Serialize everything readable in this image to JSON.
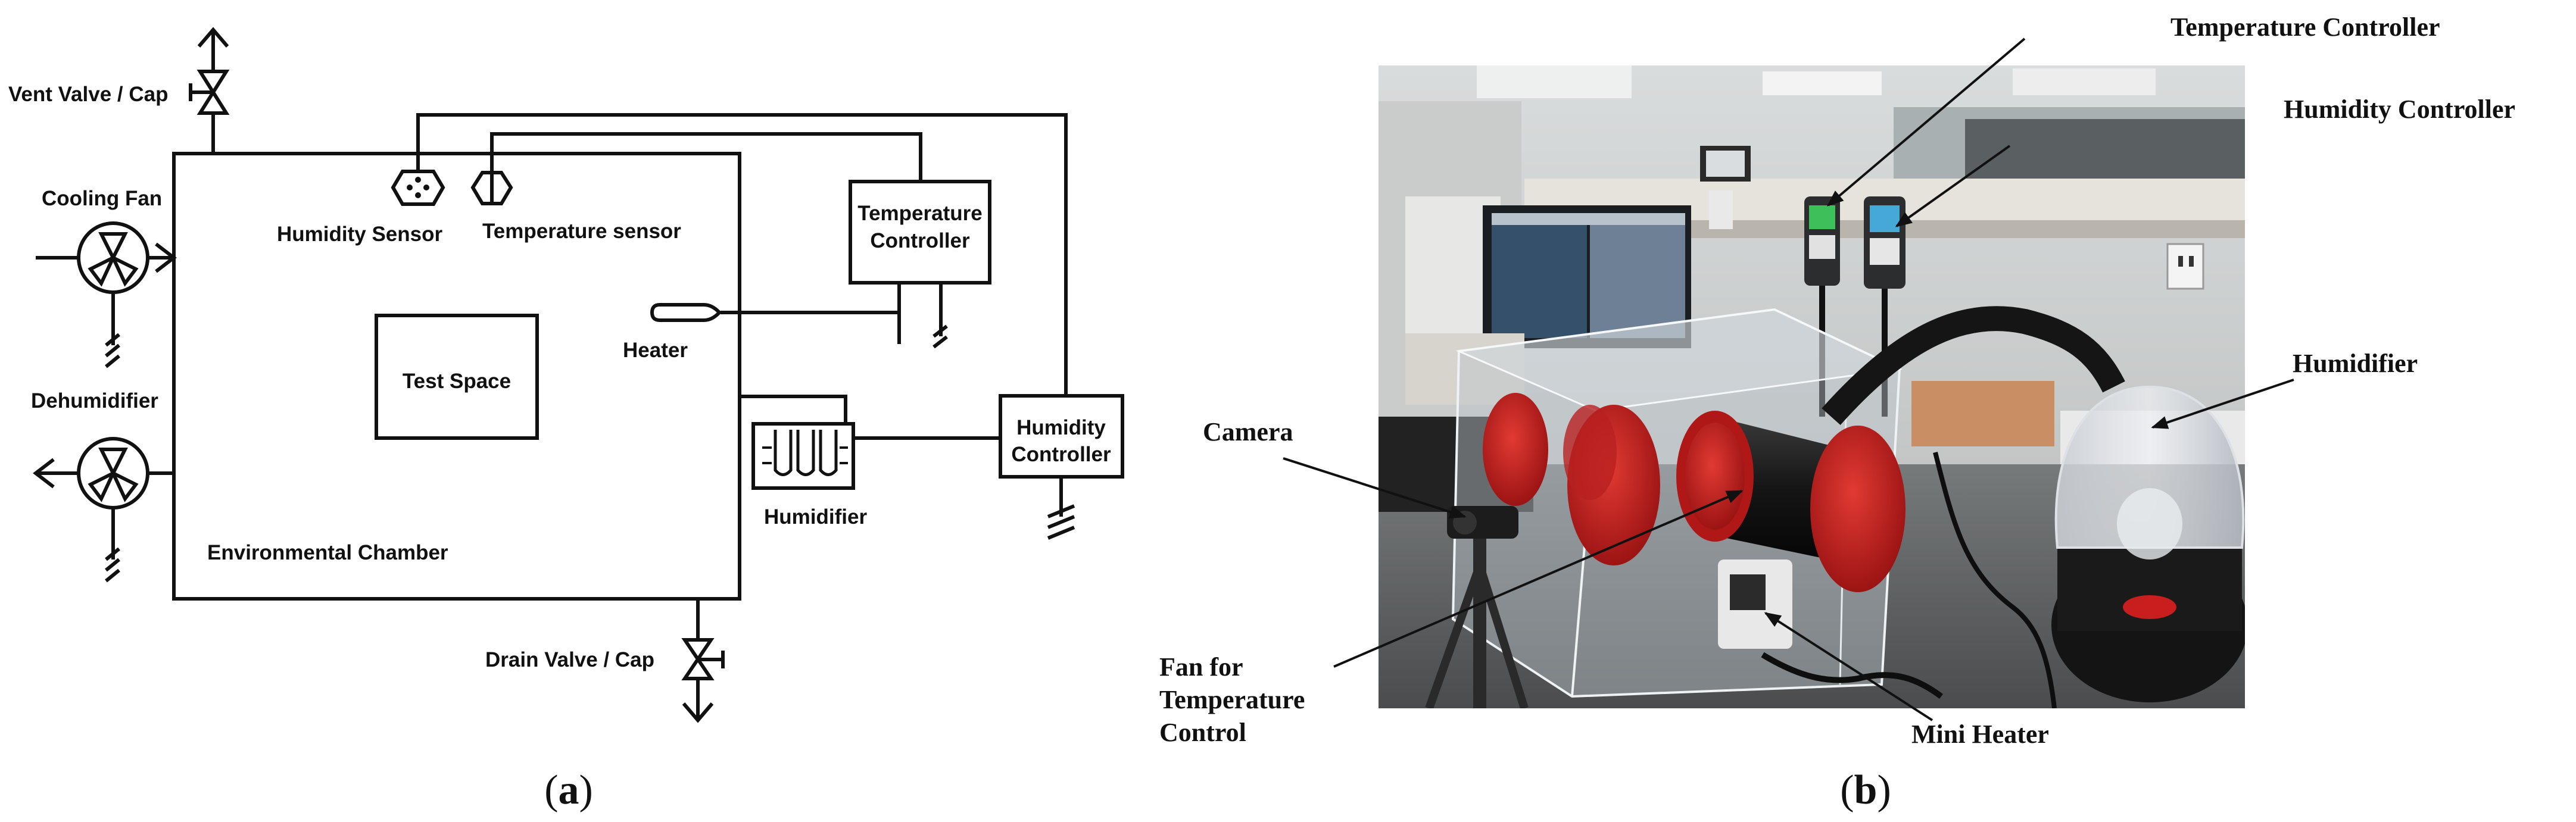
{
  "schematic": {
    "vent_valve": "Vent Valve / Cap",
    "cooling_fan": "Cooling Fan",
    "dehumidifier": "Dehumidifier",
    "humidity_sensor": "Humidity Sensor",
    "temperature_sensor": "Temperature sensor",
    "temperature_controller_line1": "Temperature",
    "temperature_controller_line2": "Controller",
    "heater": "Heater",
    "test_space": "Test Space",
    "humidifier": "Humidifier",
    "humidity_controller_line1": "Humidity",
    "humidity_controller_line2": "Controller",
    "environmental_chamber": "Environmental Chamber",
    "drain_valve": "Drain Valve / Cap"
  },
  "photo": {
    "temperature_controller": "Temperature Controller",
    "humidity_controller": "Humidity Controller",
    "humidifier": "Humidifier",
    "camera": "Camera",
    "fan_line1": "Fan for",
    "fan_line2": "Temperature",
    "fan_line3": "Control",
    "mini_heater": "Mini Heater"
  },
  "captions": {
    "a": "a",
    "b": "b"
  },
  "colors": {
    "line": "#111111",
    "photo_background": "#8a8c8a",
    "accent_red": "#c81e1e"
  }
}
